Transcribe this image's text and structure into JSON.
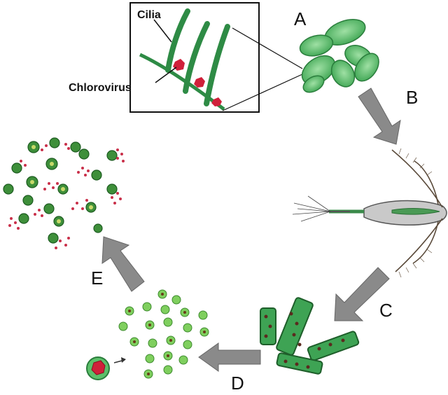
{
  "inset": {
    "cilia_label": "Cilia",
    "chlorovirus_label": "Chlorovirus"
  },
  "stages": {
    "a": "A",
    "b": "B",
    "c": "C",
    "d": "D",
    "e": "E"
  },
  "colors": {
    "algae_green": "#5cbf6a",
    "dark_green": "#1f6b2c",
    "virus_red": "#d0203a",
    "arrow_gray": "#8a8a8a"
  }
}
